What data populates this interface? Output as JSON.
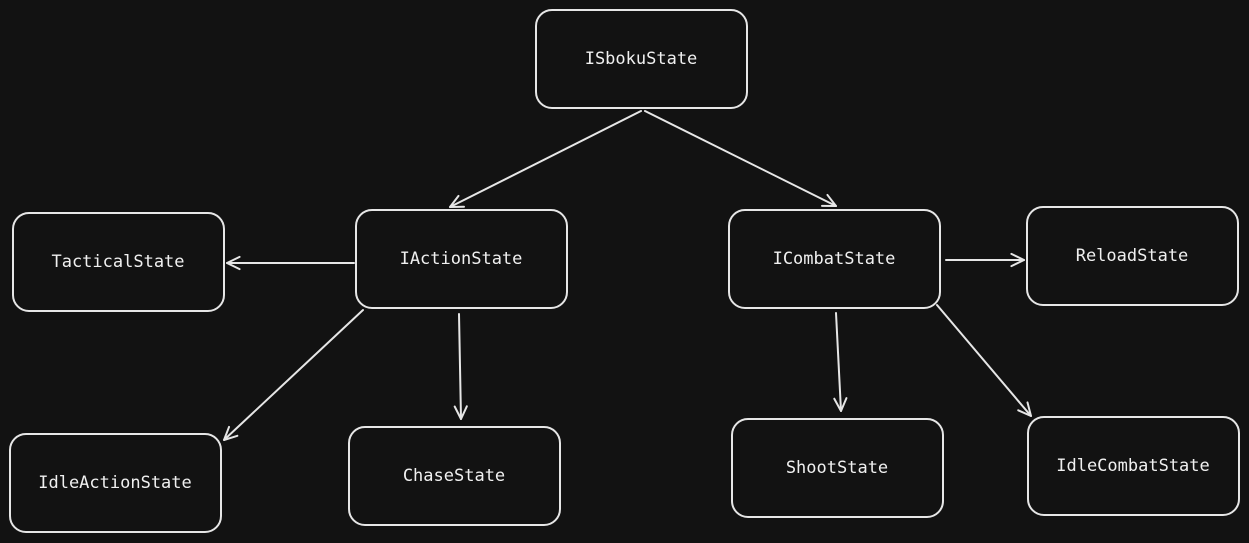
{
  "diagram": {
    "nodes": [
      {
        "id": "isboku",
        "label": "ISbokuState"
      },
      {
        "id": "iaction",
        "label": "IActionState"
      },
      {
        "id": "icombat",
        "label": "ICombatState"
      },
      {
        "id": "tactical",
        "label": "TacticalState"
      },
      {
        "id": "reload",
        "label": "ReloadState"
      },
      {
        "id": "idleaction",
        "label": "IdleActionState"
      },
      {
        "id": "chase",
        "label": "ChaseState"
      },
      {
        "id": "shoot",
        "label": "ShootState"
      },
      {
        "id": "idlecombat",
        "label": "IdleCombatState"
      }
    ],
    "edges": [
      {
        "from": "isboku",
        "to": "iaction"
      },
      {
        "from": "isboku",
        "to": "icombat"
      },
      {
        "from": "iaction",
        "to": "tactical"
      },
      {
        "from": "iaction",
        "to": "idleaction"
      },
      {
        "from": "iaction",
        "to": "chase"
      },
      {
        "from": "icombat",
        "to": "reload"
      },
      {
        "from": "icombat",
        "to": "shoot"
      },
      {
        "from": "icombat",
        "to": "idlecombat"
      }
    ]
  },
  "colors": {
    "background": "#121212",
    "stroke": "#e6e6e6",
    "text": "#f0f0f0"
  }
}
